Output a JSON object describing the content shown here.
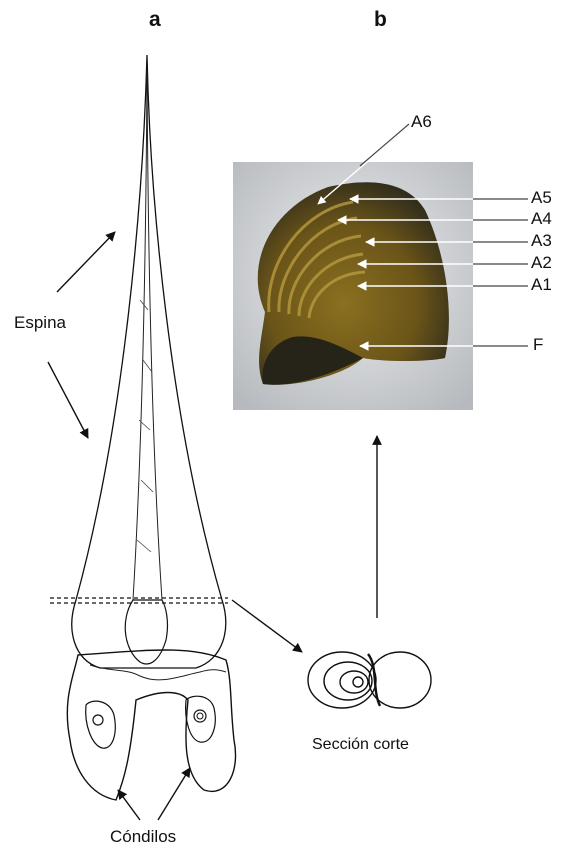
{
  "panels": {
    "a": "a",
    "b": "b"
  },
  "labels": {
    "espina": "Espina",
    "condilos": "Cóndilos",
    "seccion_corte": "Sección corte"
  },
  "annuli": [
    "A6",
    "A5",
    "A4",
    "A3",
    "A2",
    "A1",
    "F"
  ]
}
